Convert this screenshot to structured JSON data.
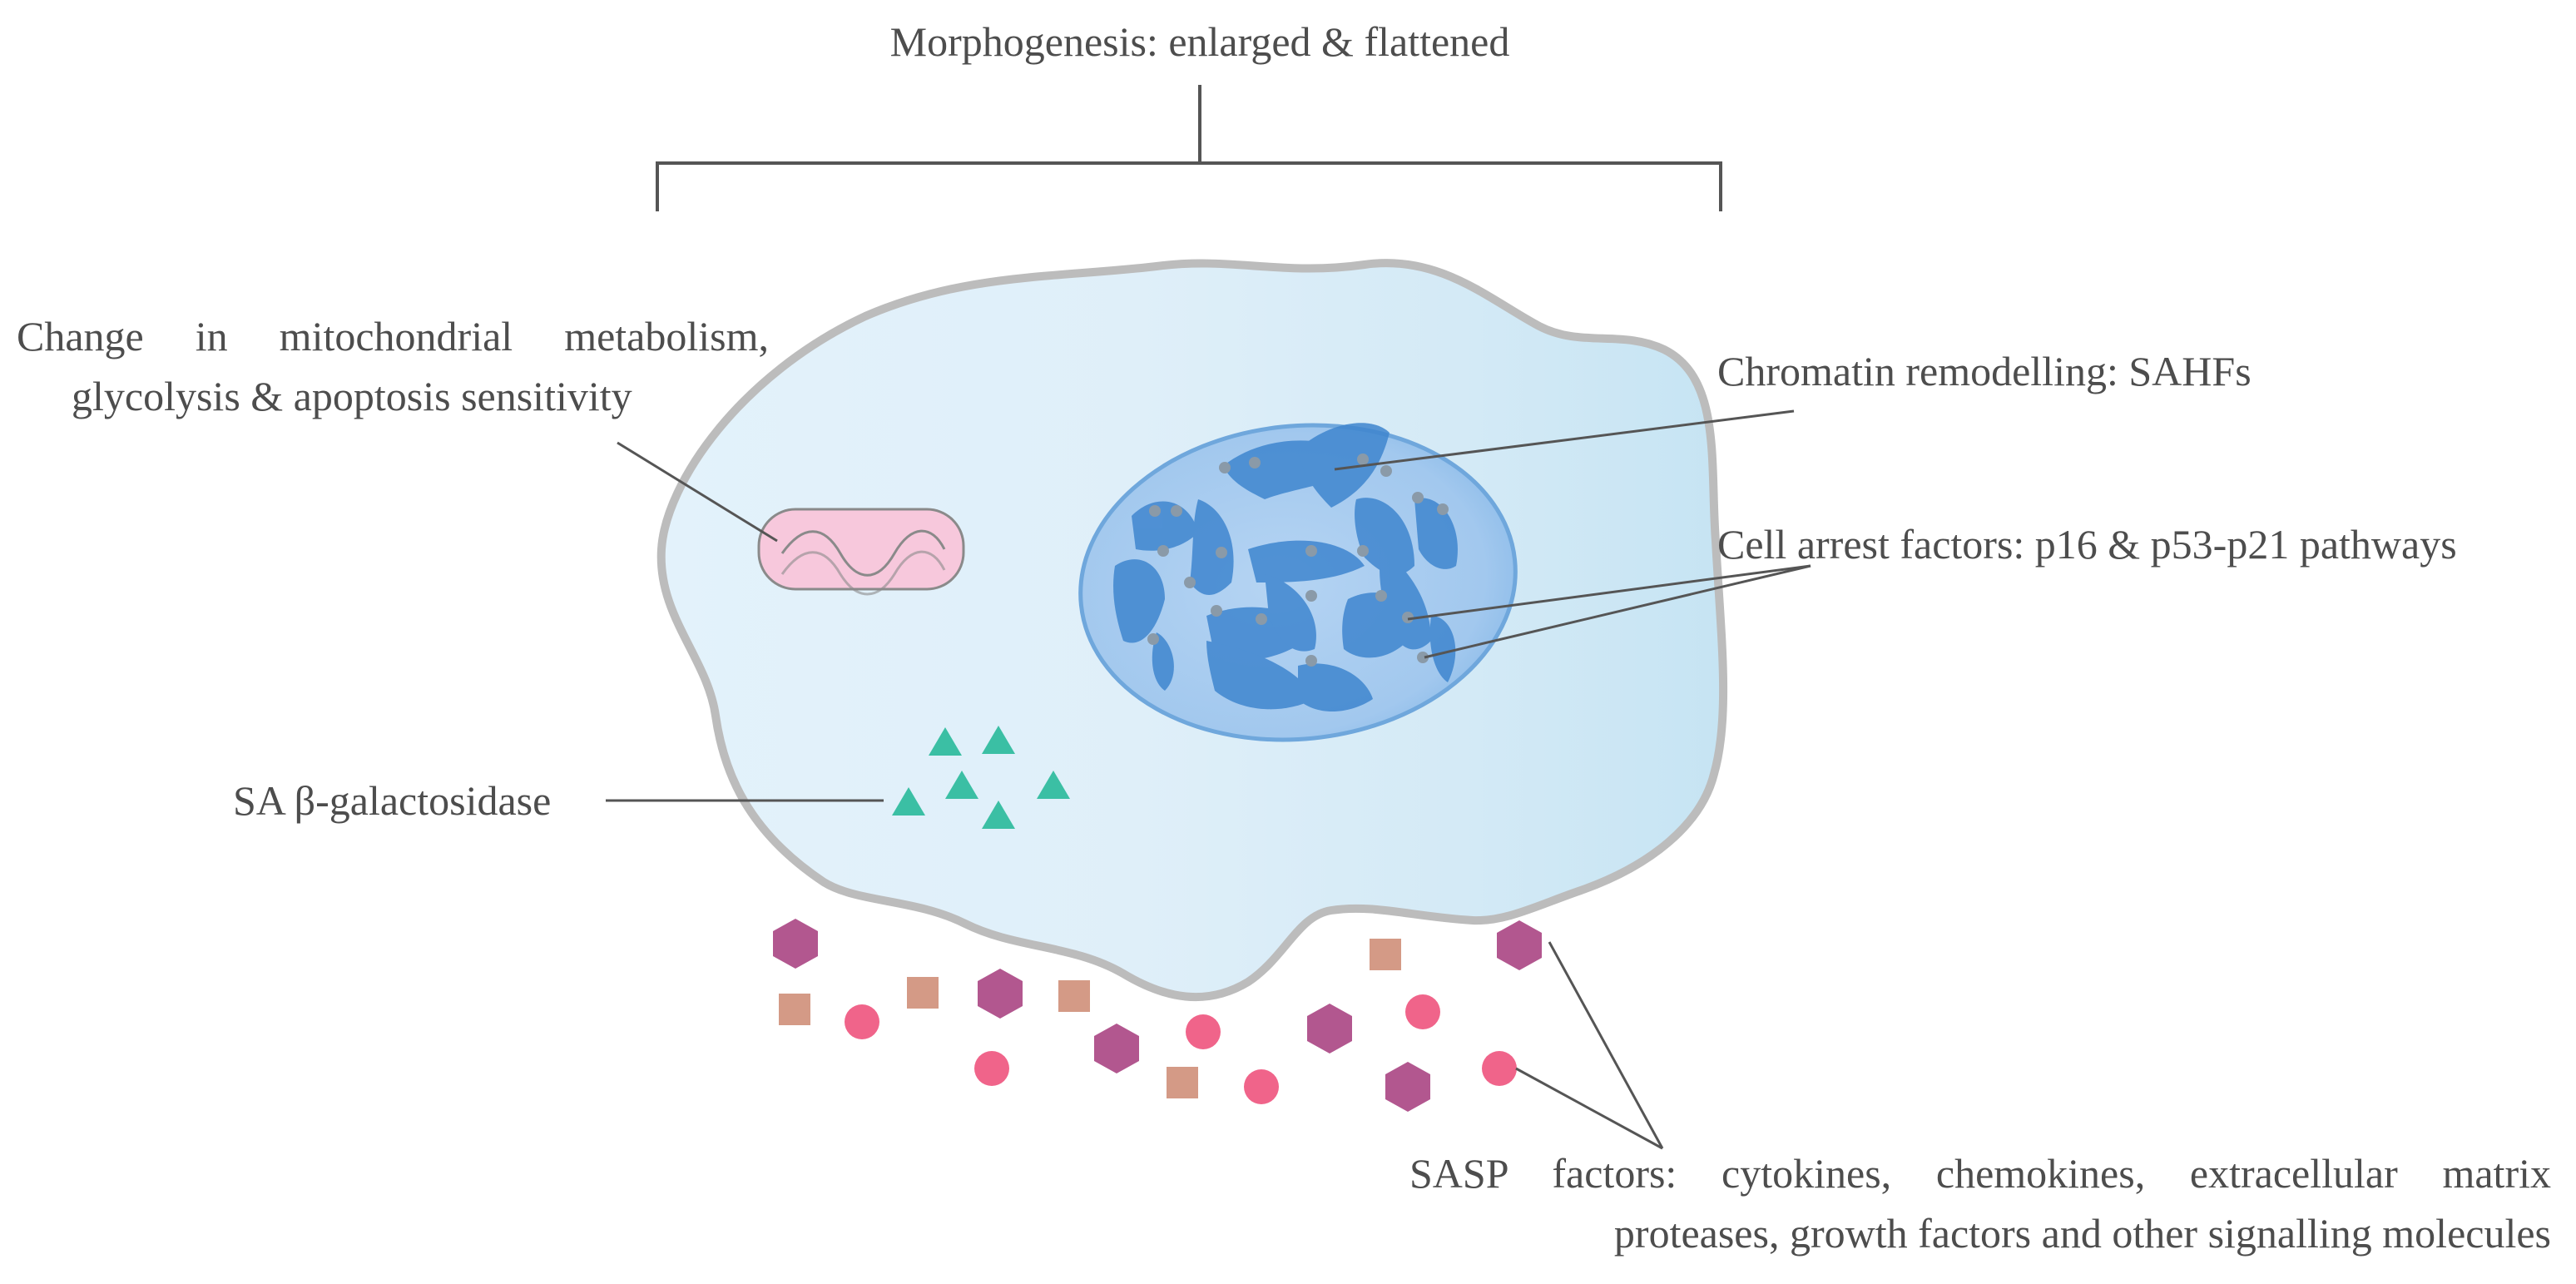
{
  "labels": {
    "morphogenesis": "Morphogenesis: enlarged & flattened",
    "mitochondria_line1": "Change in mitochondrial metabolism,",
    "mitochondria_line2": "glycolysis & apoptosis sensitivity",
    "chromatin": "Chromatin remodelling: SAHFs",
    "cell_arrest": "Cell arrest factors: p16 & p53-p21 pathways",
    "galactosidase": "SA β-galactosidase",
    "sasp_line1": "SASP factors: cytokines, chemokines, extracellular matrix",
    "sasp_line2": "proteases, growth factors and other signalling molecules"
  },
  "colors": {
    "text": "#4d4d4d",
    "leader_line": "#555555",
    "cell_fill_left": "#e2f1fa",
    "cell_fill_right": "#cbe6f4",
    "cell_outline": "#b9b9b9",
    "nucleus_fill": "#a9cdf0",
    "nucleus_outline": "#6aa3da",
    "chromatin": "#3f86cf",
    "mitochondrion_fill": "#f6c9dc",
    "mitochondrion_outline": "#8a8a8a",
    "galactosidase_triangle": "#3bbfa4",
    "sasp_hexagon": "#b2578f",
    "sasp_square": "#d49a86",
    "sasp_circle": "#f0648a"
  },
  "icons": {
    "cell": "cell-body-icon",
    "nucleus": "nucleus-icon",
    "mitochondrion": "mitochondrion-icon",
    "galactosidase": "triangle-icon",
    "sasp_hexagon": "hexagon-icon",
    "sasp_square": "square-icon",
    "sasp_circle": "circle-icon"
  }
}
